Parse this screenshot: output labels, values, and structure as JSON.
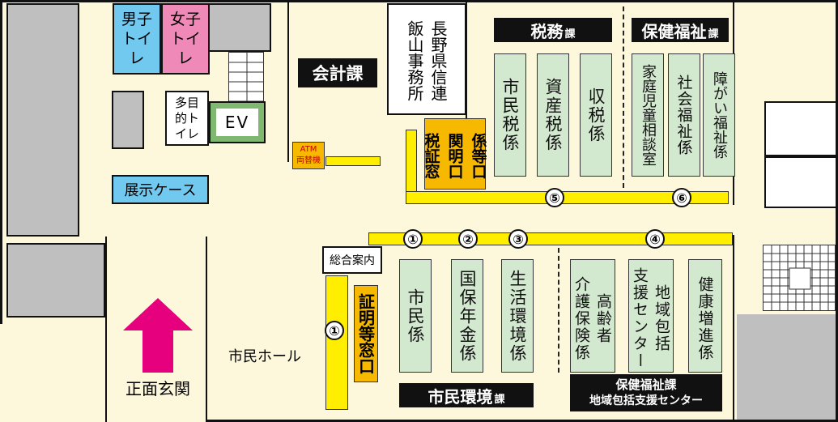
{
  "restrooms": {
    "mens": "男子トイレ",
    "womens": "女子トイレ",
    "multipurpose": "多目的トイレ"
  },
  "elevator": "EV",
  "display_case": "展示ケース",
  "atm": {
    "line1": "ATM",
    "line2": "両替機"
  },
  "accounting": "会計課",
  "shinren": {
    "col1": "長野県信連",
    "col2": "飯山事務所"
  },
  "tax_cert": {
    "col1": "係",
    "col2": "関",
    "col3": "税",
    "cols": [
      "係等口",
      "関明口",
      "税証窓"
    ]
  },
  "tax_section": {
    "header": "税務",
    "suffix": "課",
    "counters": [
      "市民税係",
      "資産税係",
      "収税係"
    ]
  },
  "welfare_section": {
    "header": "保健福祉",
    "suffix": "課",
    "counters": [
      "家庭児童相談室",
      "社会福祉係",
      "障がい福祉係"
    ]
  },
  "numbers": {
    "n1": "①",
    "n2": "②",
    "n3": "③",
    "n4": "④",
    "n5": "⑤",
    "n6": "⑥",
    "n1b": "①"
  },
  "info_desk": "総合案内",
  "certificate_window": "証明等窓口",
  "citizen_counters": [
    "市民係",
    "国保年金係",
    "生活環境係"
  ],
  "welfare_counters": [
    {
      "col1": "高齢者",
      "col2": "介護保険係"
    },
    {
      "col1": "地域包括",
      "col2": "支援センター"
    },
    {
      "col1": "健康増進係"
    }
  ],
  "citizen_env": {
    "label": "市民環境",
    "suffix": "課"
  },
  "welfare_center": {
    "line1": "保健福祉課",
    "line2": "地域包括支援センター"
  },
  "citizen_hall": "市民ホール",
  "entrance": "正面玄関",
  "colors": {
    "floor": "#fdf8dc",
    "corridor": "#ffee00",
    "counter": "#d2e8cf",
    "window": "#f6b900",
    "mens": "#72c9f0",
    "womens": "#ee89b8",
    "arrow": "#e6007e"
  }
}
